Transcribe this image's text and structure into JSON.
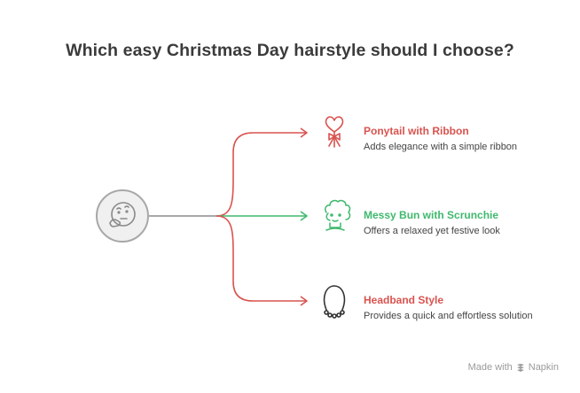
{
  "title": "Which easy Christmas Day hairstyle should I choose?",
  "colors": {
    "red": "#d9534f",
    "green": "#3fb96d",
    "gray": "#9e9e9e",
    "dark_icon": "#333333"
  },
  "root": {
    "icon": "thinking-face-icon"
  },
  "options": [
    {
      "title": "Ponytail with Ribbon",
      "description": "Adds elegance with a simple ribbon",
      "icon": "heart-ribbon-icon",
      "color": "#d9534f"
    },
    {
      "title": "Messy Bun with Scrunchie",
      "description": "Offers a relaxed yet festive look",
      "icon": "messy-bun-icon",
      "color": "#3fb96d"
    },
    {
      "title": "Headband Style",
      "description": "Provides a quick and effortless solution",
      "icon": "headband-necklace-icon",
      "color": "#d9534f"
    }
  ],
  "footer": {
    "made_with": "Made with",
    "brand": "Napkin",
    "brand_icon": "napkin-logo-icon"
  }
}
